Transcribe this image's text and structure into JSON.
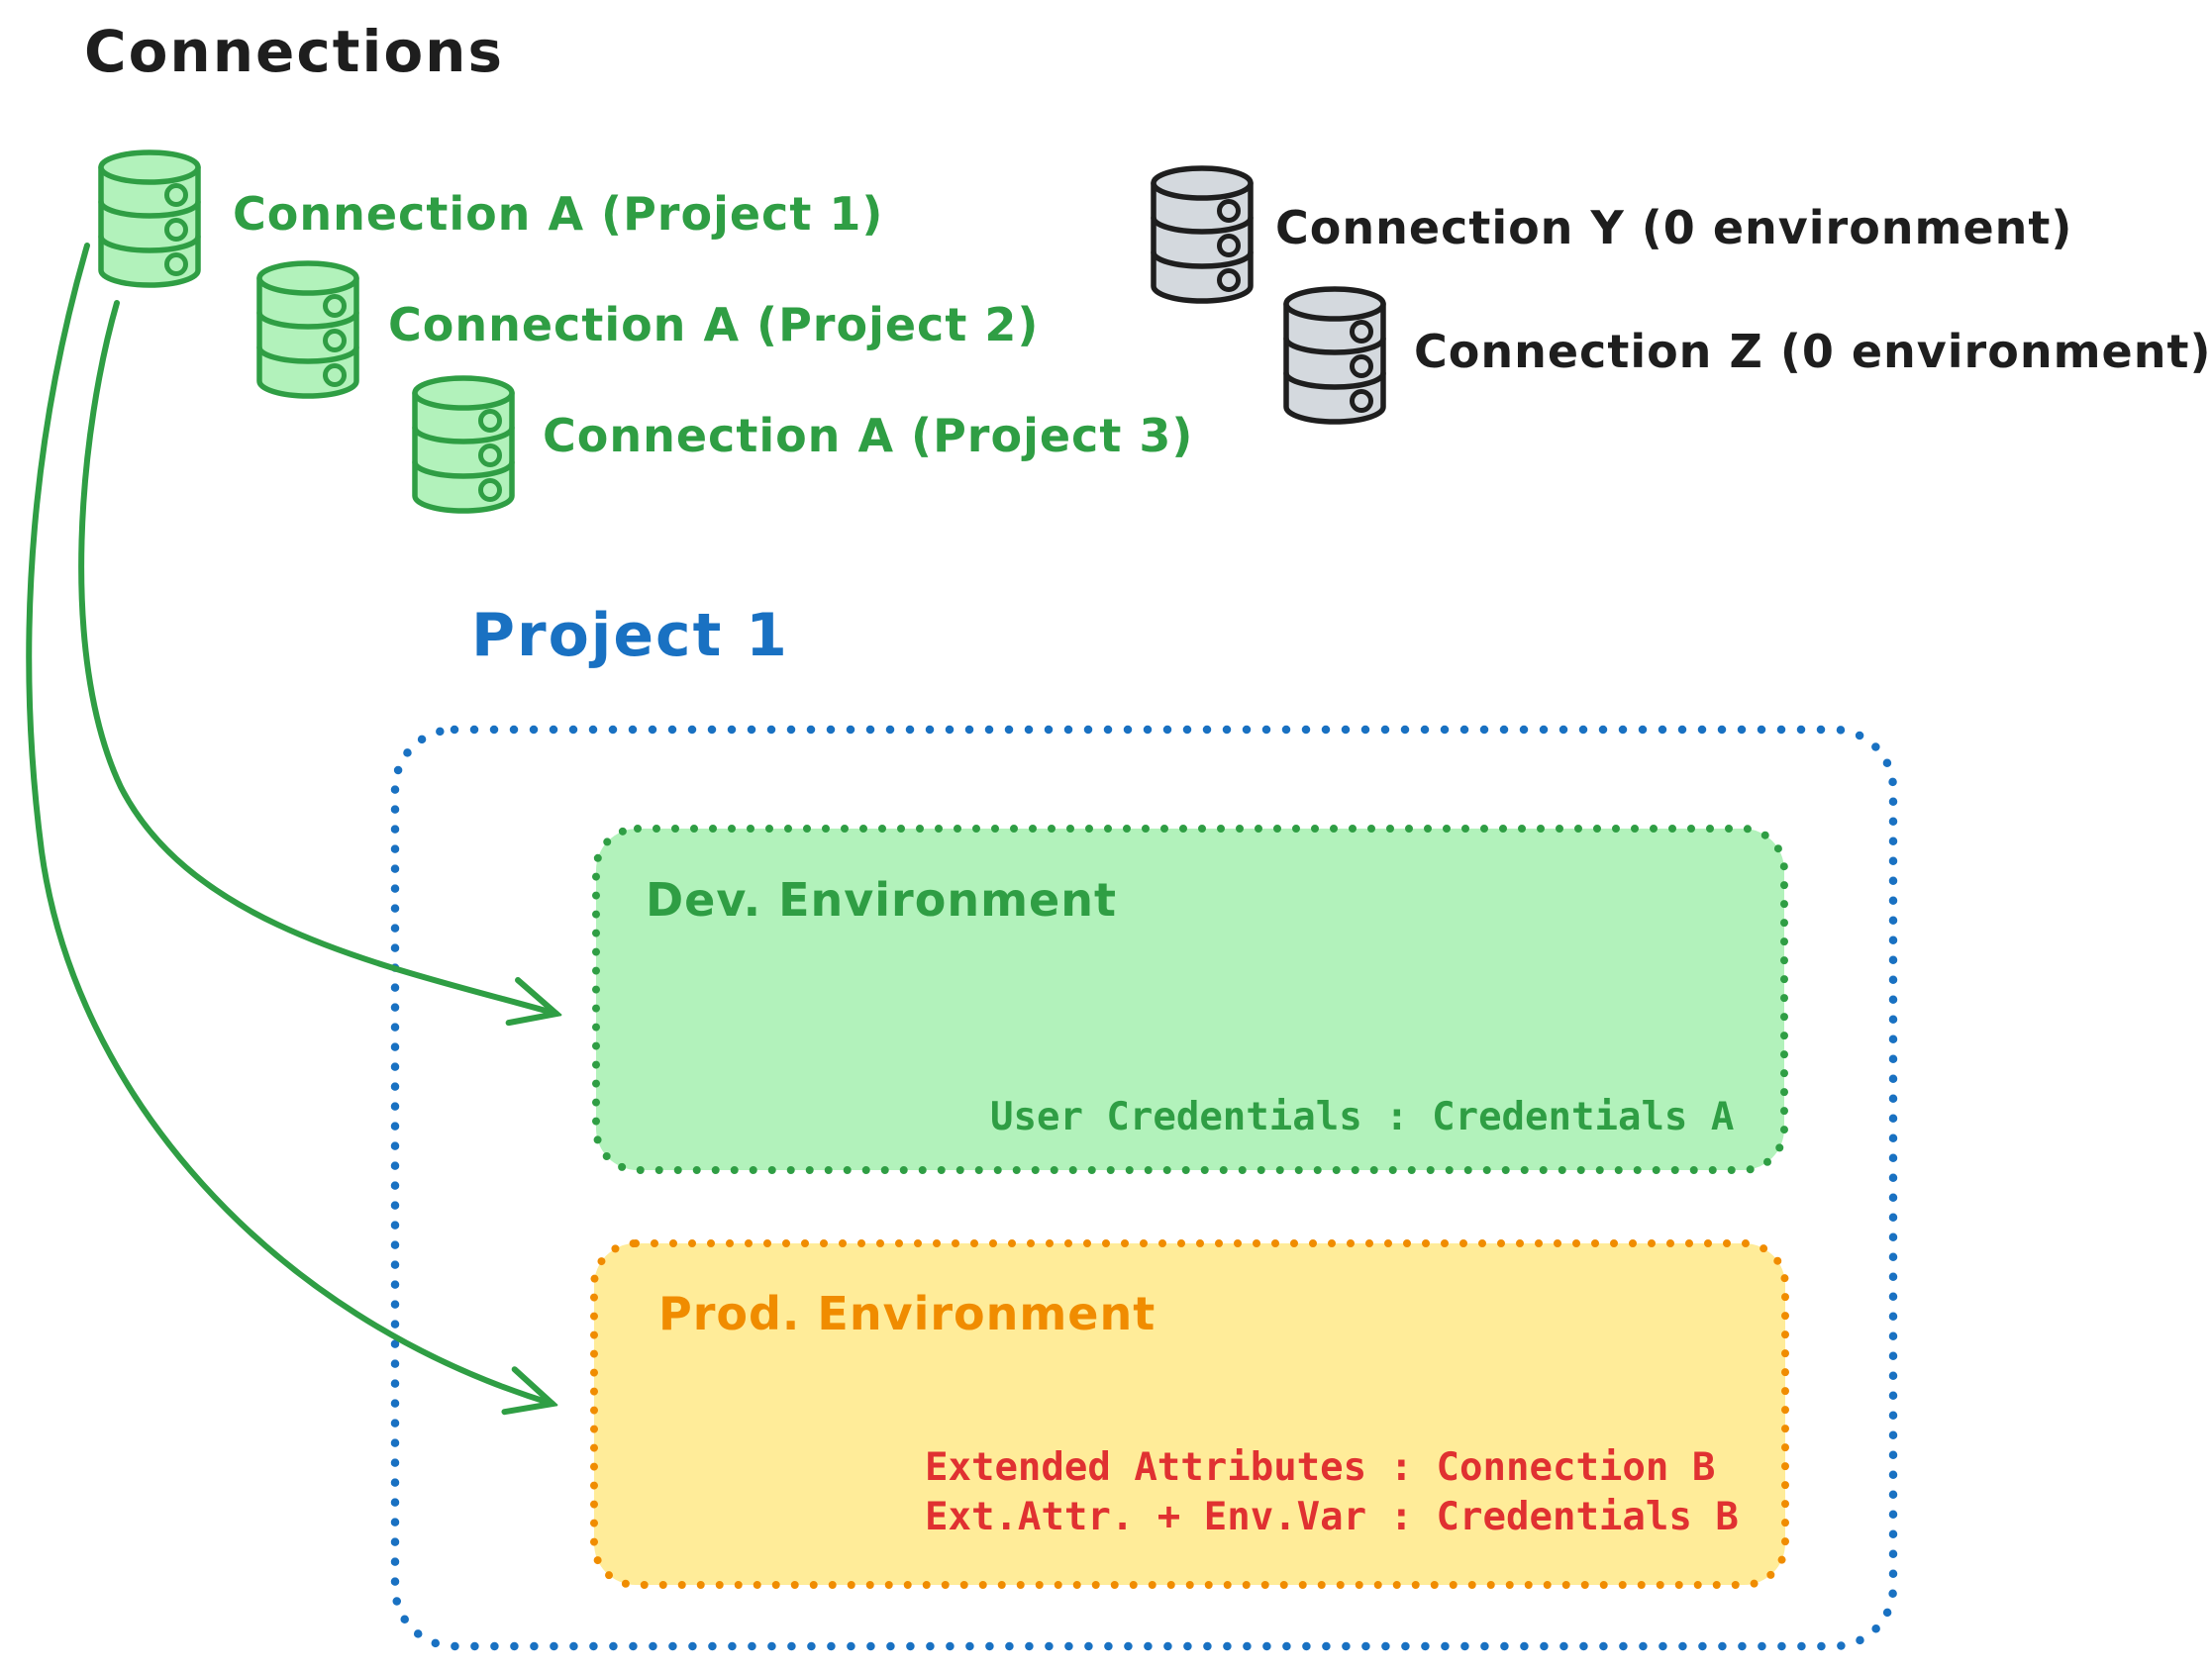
{
  "title": "Connections",
  "colors": {
    "ink": "#1e1e1e",
    "green_stroke": "#2f9e44",
    "green_fill": "#b2f2bb",
    "gray_fill": "#d4d9de",
    "blue": "#1971c2",
    "orange_stroke": "#f08c00",
    "yellow_fill": "#ffec99",
    "red": "#e03131"
  },
  "connections": {
    "project_scoped": [
      {
        "icon": "database-icon",
        "color": "green",
        "label": "Connection A (Project 1)"
      },
      {
        "icon": "database-icon",
        "color": "green",
        "label": "Connection A (Project 2)"
      },
      {
        "icon": "database-icon",
        "color": "green",
        "label": "Connection A (Project 3)"
      }
    ],
    "unassigned": [
      {
        "icon": "database-icon",
        "color": "gray",
        "label": "Connection Y (0 environment)"
      },
      {
        "icon": "database-icon",
        "color": "gray",
        "label": "Connection Z (0 environment)"
      }
    ]
  },
  "project": {
    "title": "Project 1",
    "environments": [
      {
        "title": "Dev. Environment",
        "mappings": [
          "User Credentials : Credentials A"
        ]
      },
      {
        "title": "Prod. Environment",
        "mappings": [
          "Extended Attributes : Connection B",
          "Ext.Attr. + Env.Var : Credentials B"
        ]
      }
    ]
  }
}
